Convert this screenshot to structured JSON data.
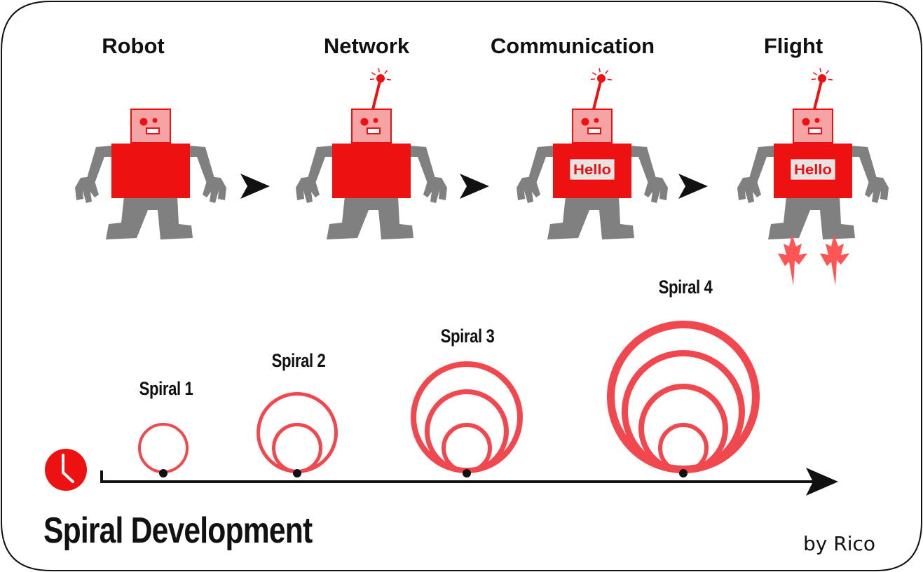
{
  "title": "Spiral Development",
  "author": "by Rico",
  "stages": [
    {
      "label": "Robot",
      "antenna": false,
      "chest_text": "",
      "jets": false
    },
    {
      "label": "Network",
      "antenna": true,
      "chest_text": "",
      "jets": false
    },
    {
      "label": "Communication",
      "antenna": true,
      "chest_text": "Hello",
      "jets": false
    },
    {
      "label": "Flight",
      "antenna": true,
      "chest_text": "Hello",
      "jets": true
    }
  ],
  "spirals": [
    {
      "label": "Spiral 1",
      "rings": 1
    },
    {
      "label": "Spiral 2",
      "rings": 2
    },
    {
      "label": "Spiral 3",
      "rings": 3
    },
    {
      "label": "Spiral 4",
      "rings": 4
    }
  ],
  "icons": {
    "clock": "clock-icon",
    "stage_arrow": "arrow-right-icon",
    "timeline_arrow": "timeline-arrow-icon"
  },
  "colors": {
    "robot_red": "#ee1111",
    "robot_head": "#f6a3a3",
    "robot_limbs": "#808080",
    "spiral_red": "#f0484e",
    "jet": "#ff5555"
  }
}
